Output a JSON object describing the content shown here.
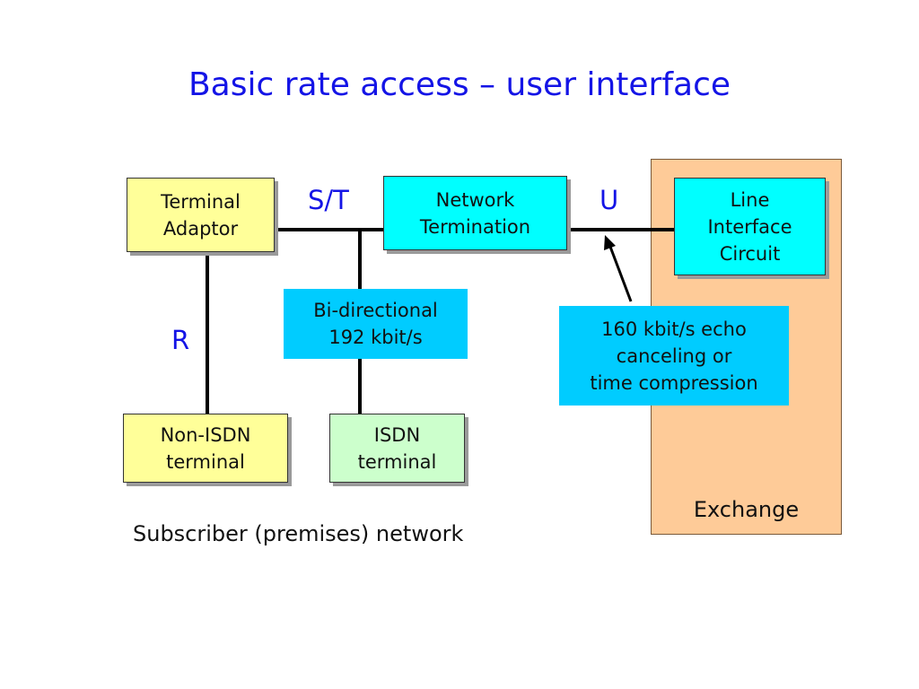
{
  "title": "Basic rate access – user interface",
  "boxes": {
    "terminal_adaptor": "Terminal\nAdaptor",
    "network_termination": "Network\nTermination",
    "line_interface_circuit": "Line\nInterface\nCircuit",
    "non_isdn_terminal": "Non-ISDN\nterminal",
    "isdn_terminal": "ISDN\nterminal"
  },
  "notes": {
    "bidirectional": "Bi-directional\n192 kbit/s",
    "echo": "160 kbit/s echo\ncanceling or\ntime compression"
  },
  "reference_points": {
    "st": "S/T",
    "u": "U",
    "r": "R"
  },
  "exchange_label": "Exchange",
  "caption": "Subscriber (premises) network",
  "colors": {
    "title": "#1414e6",
    "exchange_fill": "#fecb98",
    "yellow_box": "#ffff99",
    "cyan_box": "#00ffff",
    "green_box": "#ccffcc",
    "note_fill": "#00ccff"
  }
}
